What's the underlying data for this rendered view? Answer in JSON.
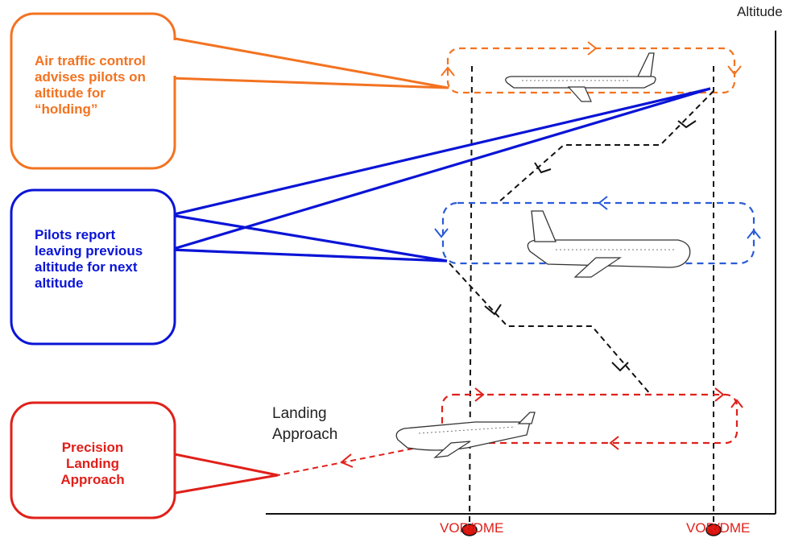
{
  "axis_label": "Altitude",
  "callouts": {
    "holding": {
      "text": "Air traffic control advises pilots on altitude for “holding”",
      "color": "#f37321"
    },
    "report": {
      "text": "Pilots report leaving previous altitude for next altitude",
      "color": "#0a14d6"
    },
    "landing": {
      "text": "Precision Landing Approach",
      "color": "#e0201a"
    }
  },
  "landing_label_line1": "Landing",
  "landing_label_line2": "Approach",
  "stations": {
    "left": "VOR/DME",
    "right": "VOR/DME"
  },
  "colors": {
    "holding_pattern_top": "#f37321",
    "holding_pattern_middle": "#2a5bd7",
    "holding_pattern_bottom": "#e0201a",
    "descent_path": "#111111",
    "station_marker": "#d9140c"
  },
  "icons": [
    "airplane-icon",
    "airplane-icon",
    "airplane-icon",
    "station-marker-icon"
  ]
}
